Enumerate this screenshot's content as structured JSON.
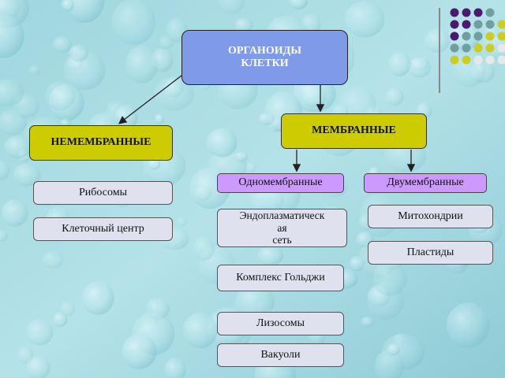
{
  "root": "ОРГАНОИДЫ\nКЛЕТКИ",
  "categories": {
    "nonmembrane": "НЕМЕМБРАННЫЕ",
    "membrane": "МЕМБРАННЫЕ"
  },
  "subcategories": {
    "single": "Одномембранные",
    "double": "Двумембранные"
  },
  "nonmembrane_items": [
    "Рибосомы",
    "Клеточный центр"
  ],
  "single_items": [
    "Эндоплазматическ\nая\nсеть",
    "Комплекс Гольджи",
    "Лизосомы",
    "Вакуоли"
  ],
  "double_items": [
    "Митохондрии",
    "Пластиды"
  ],
  "colors": {
    "root": "#7f9ae8",
    "category": "#cccc00",
    "subcategory": "#cc99ff",
    "leaf": "#dfe2ee",
    "background": "#a8dbe2",
    "dots_purple": "#4b1a6e",
    "dots_teal": "#6fa0a0",
    "dots_yellow": "#cccc22"
  }
}
